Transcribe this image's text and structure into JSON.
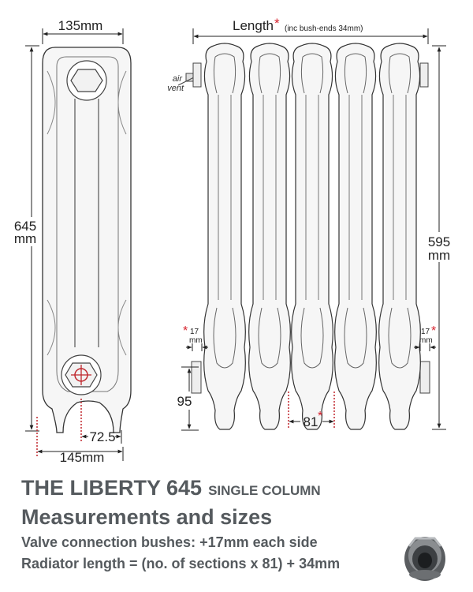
{
  "side_view": {
    "width_top": "135mm",
    "height": "645",
    "height_unit": "mm",
    "width_bottom": "145mm",
    "valve_offset": "72.5"
  },
  "front_view": {
    "length_label": "Length",
    "length_note": "(inc bush-ends 34mm)",
    "air_vent_line1": "air",
    "air_vent_line2": "vent",
    "height": "595",
    "height_unit": "mm",
    "bush_left": "17",
    "bush_right": "17",
    "bush_unit": "mm",
    "valve_height": "95",
    "section_pitch": "81",
    "star": "*"
  },
  "caption": {
    "title": "THE LIBERTY 645",
    "title_suffix": "SINGLE COLUMN",
    "subtitle": "Measurements and sizes",
    "note1": "Valve connection bushes:  +17mm each side",
    "note2": "Radiator length = (no. of sections x 81) + 34mm"
  },
  "colors": {
    "text": "#555a5e",
    "accent_star": "#d6202b",
    "outline": "#333333",
    "fill": "#f6f6f6"
  }
}
